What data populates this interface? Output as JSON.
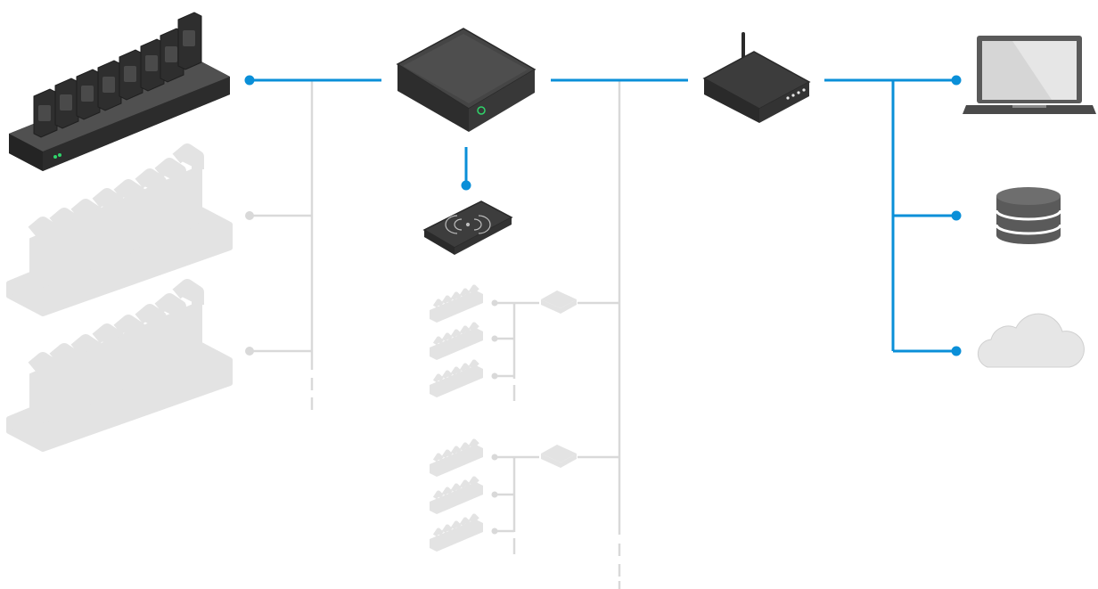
{
  "diagram": {
    "accent_color": "#0a8fd8",
    "inactive_color": "#d9d9d9",
    "dock_dark_color": "#3a3a3a",
    "ghost_color": "#e3e3e3",
    "nodes": [
      {
        "name": "docking-station-active",
        "icon": "camera-docking-station-icon",
        "state": "active"
      },
      {
        "name": "docking-station-ghost-1",
        "icon": "camera-docking-station-icon",
        "state": "inactive"
      },
      {
        "name": "docking-station-ghost-2",
        "icon": "camera-docking-station-icon",
        "state": "inactive"
      },
      {
        "name": "system-controller",
        "icon": "system-controller-icon",
        "state": "active"
      },
      {
        "name": "rfid-reader",
        "icon": "rfid-reader-icon",
        "state": "active"
      },
      {
        "name": "router",
        "icon": "router-icon",
        "state": "active"
      },
      {
        "name": "laptop",
        "icon": "laptop-icon",
        "state": "active"
      },
      {
        "name": "storage",
        "icon": "database-icon",
        "state": "active"
      },
      {
        "name": "cloud",
        "icon": "cloud-icon",
        "state": "active"
      },
      {
        "name": "sub-controller-1",
        "icon": "system-controller-icon",
        "state": "inactive"
      },
      {
        "name": "sub-controller-2",
        "icon": "system-controller-icon",
        "state": "inactive"
      }
    ]
  }
}
